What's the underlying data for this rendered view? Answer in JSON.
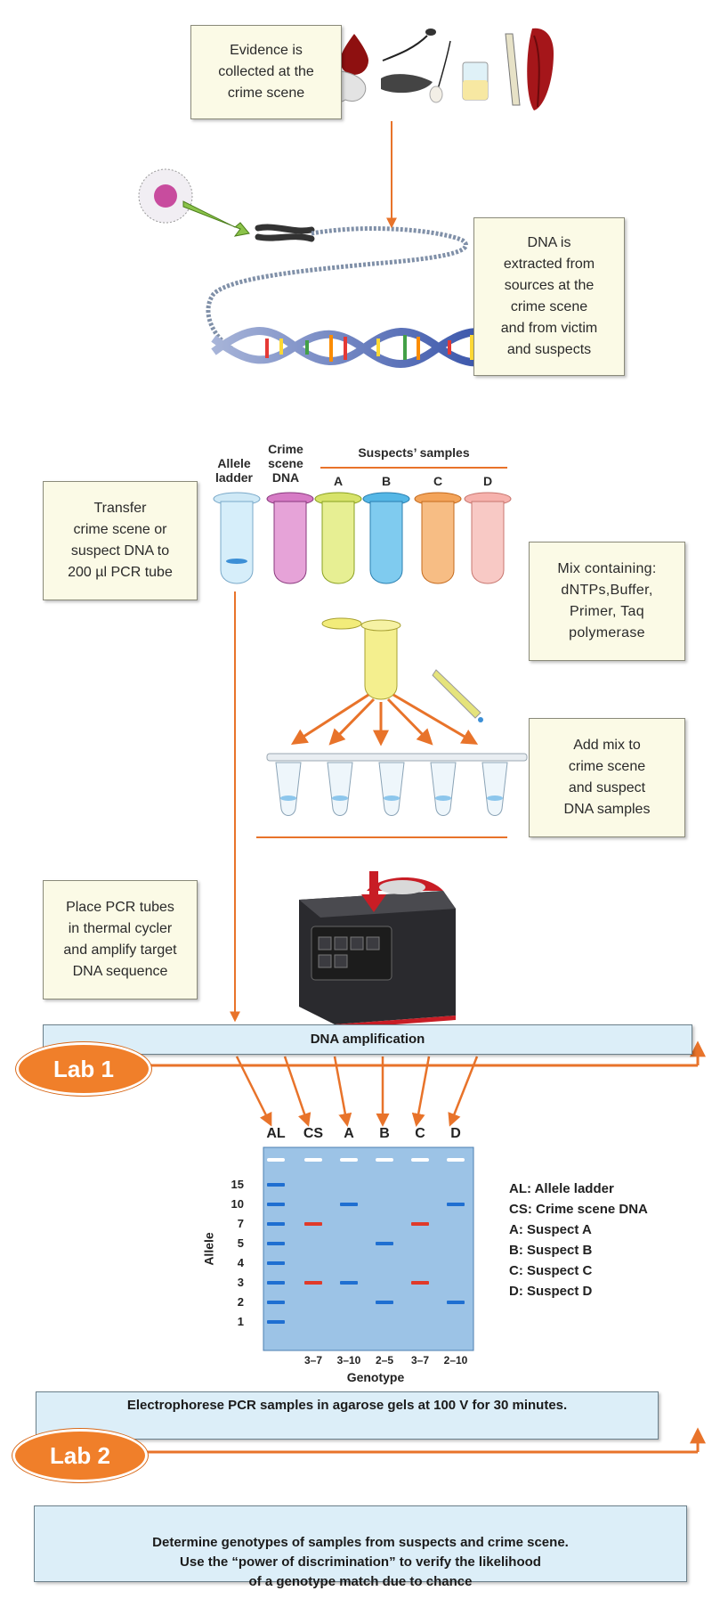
{
  "notes": {
    "evidence": "Evidence is\ncollected at the\ncrime scene",
    "extract": "DNA is\nextracted from\nsources at the\ncrime scene\nand from victim\nand suspects",
    "transfer": "Transfer\ncrime scene or\nsuspect DNA to\n200 µl PCR tube",
    "mix": "Mix containing:\ndNTPs,Buffer,\nPrimer, Taq\npolymerase",
    "add_mix": "Add mix to\ncrime scene\nand suspect\nDNA samples",
    "place": "Place PCR tubes\nin thermal cycler\nand amplify target\nDNA sequence"
  },
  "tube_headers": {
    "allele_ladder": "Allele\nladder",
    "crime_scene": "Crime\nscene\nDNA",
    "suspects": "Suspects’ samples",
    "letters": [
      "A",
      "B",
      "C",
      "D"
    ]
  },
  "bars": {
    "amplification": "DNA amplification",
    "electrophorese": "Electrophorese PCR samples in agarose gels at 100 V for 30 minutes.",
    "determine": "Determine genotypes of samples from suspects and crime scene.\nUse the “power of discrimination” to verify the likelihood\nof a genotype match due to chance"
  },
  "labs": [
    "Lab 1",
    "Lab 2"
  ],
  "gel": {
    "lanes": [
      "AL",
      "CS",
      "A",
      "B",
      "C",
      "D"
    ],
    "alleles": [
      "15",
      "10",
      "7",
      "5",
      "4",
      "3",
      "2",
      "1"
    ],
    "y_axis_label": "Allele",
    "x_axis_label": "Genotype",
    "genotypes": [
      "3–7",
      "3–10",
      "2–5",
      "3–7",
      "2–10"
    ],
    "lane_bands": [
      {
        "lane": "AL",
        "alleles": [
          "15",
          "10",
          "7",
          "5",
          "4",
          "3",
          "2",
          "1"
        ],
        "color": "#1f6fd1"
      },
      {
        "lane": "CS",
        "alleles": [
          "7",
          "3"
        ],
        "color": "#e03a2a"
      },
      {
        "lane": "A",
        "alleles": [
          "10",
          "3"
        ],
        "color": "#1f6fd1"
      },
      {
        "lane": "B",
        "alleles": [
          "5",
          "2"
        ],
        "color": "#1f6fd1"
      },
      {
        "lane": "C",
        "alleles": [
          "7",
          "3"
        ],
        "color": "#e03a2a"
      },
      {
        "lane": "D",
        "alleles": [
          "10",
          "2"
        ],
        "color": "#1f6fd1"
      }
    ],
    "legend": [
      "AL: Allele ladder",
      "CS: Crime scene DNA",
      "A: Suspect A",
      "B: Suspect B",
      "C: Suspect C",
      "D: Suspect D"
    ]
  },
  "colors": {
    "accent": "#f07f2a",
    "gel_background": "#9cc3e6",
    "note_background": "#fbfae6",
    "bar_background": "#dceef8"
  }
}
